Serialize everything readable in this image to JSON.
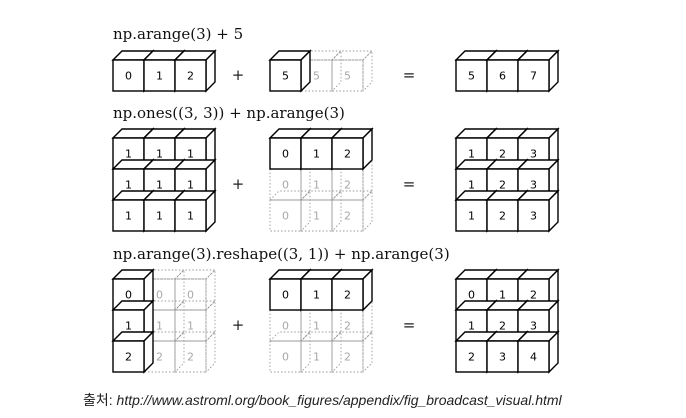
{
  "rows": [
    {
      "label": "np.arange(3) + 5",
      "op_plus": "+",
      "op_eq": "=",
      "a": [
        [
          "0",
          "1",
          "2"
        ]
      ],
      "b": [
        [
          "5",
          "5",
          "5"
        ]
      ],
      "b_solid": [
        [
          true,
          false,
          false
        ]
      ],
      "c": [
        [
          "5",
          "6",
          "7"
        ]
      ]
    },
    {
      "label": "np.ones((3, 3)) + np.arange(3)",
      "op_plus": "+",
      "op_eq": "=",
      "a": [
        [
          "1",
          "1",
          "1"
        ],
        [
          "1",
          "1",
          "1"
        ],
        [
          "1",
          "1",
          "1"
        ]
      ],
      "b": [
        [
          "0",
          "1",
          "2"
        ],
        [
          "0",
          "1",
          "2"
        ],
        [
          "0",
          "1",
          "2"
        ]
      ],
      "b_solid": [
        [
          true,
          true,
          true
        ],
        [
          false,
          false,
          false
        ],
        [
          false,
          false,
          false
        ]
      ],
      "c": [
        [
          "1",
          "2",
          "3"
        ],
        [
          "1",
          "2",
          "3"
        ],
        [
          "1",
          "2",
          "3"
        ]
      ]
    },
    {
      "label": "np.arange(3).reshape((3, 1)) + np.arange(3)",
      "op_plus": "+",
      "op_eq": "=",
      "a": [
        [
          "0",
          "0",
          "0"
        ],
        [
          "1",
          "1",
          "1"
        ],
        [
          "2",
          "2",
          "2"
        ]
      ],
      "a_solid": [
        [
          true,
          false,
          false
        ],
        [
          true,
          false,
          false
        ],
        [
          true,
          false,
          false
        ]
      ],
      "b": [
        [
          "0",
          "1",
          "2"
        ],
        [
          "0",
          "1",
          "2"
        ],
        [
          "0",
          "1",
          "2"
        ]
      ],
      "b_solid": [
        [
          true,
          true,
          true
        ],
        [
          false,
          false,
          false
        ],
        [
          false,
          false,
          false
        ]
      ],
      "c": [
        [
          "0",
          "1",
          "2"
        ],
        [
          "1",
          "2",
          "3"
        ],
        [
          "2",
          "3",
          "4"
        ]
      ]
    }
  ],
  "source": {
    "prefix": "출처: ",
    "url": "http://www.astroml.org/book_figures/appendix/fig_broadcast_visual.html"
  }
}
